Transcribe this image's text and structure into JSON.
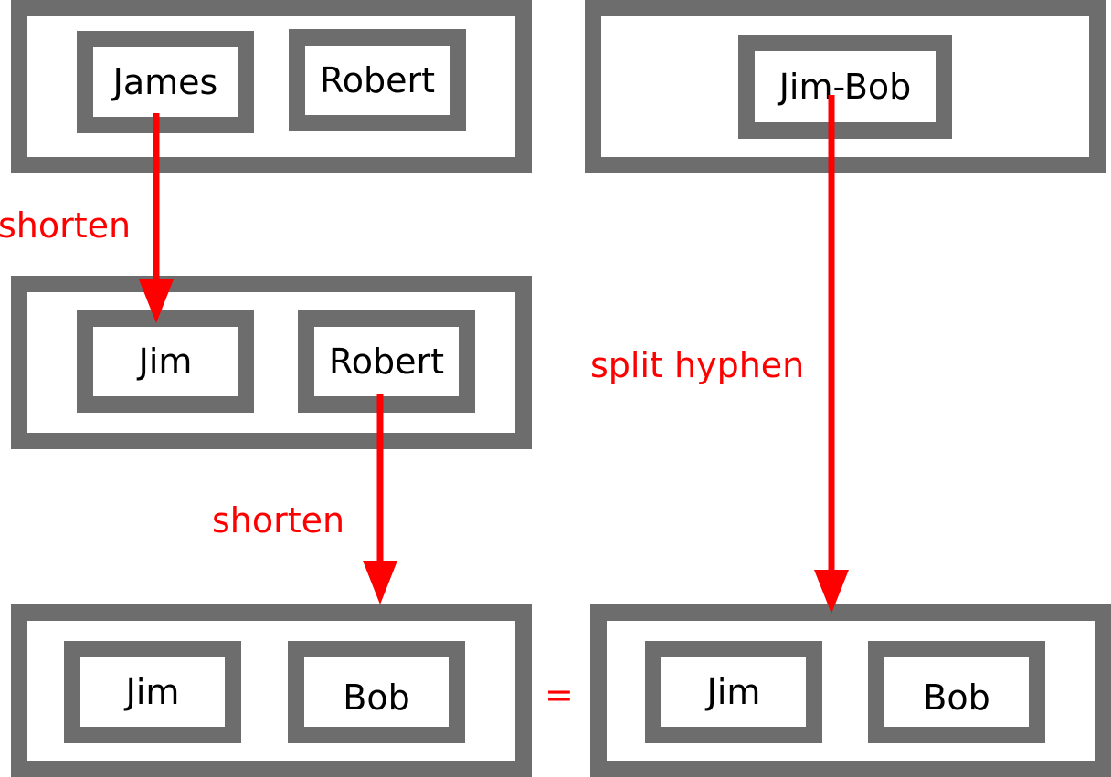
{
  "groups": {
    "original": {
      "tokens": [
        "James",
        "Robert"
      ]
    },
    "hyphenated": {
      "tokens": [
        "Jim-Bob"
      ]
    },
    "step_one": {
      "tokens": [
        "Jim",
        "Robert"
      ]
    },
    "result_left": {
      "tokens": [
        "Jim",
        "Bob"
      ]
    },
    "result_right": {
      "tokens": [
        "Jim",
        "Bob"
      ]
    }
  },
  "operations": {
    "shorten_first": "shorten",
    "shorten_second": "shorten",
    "split_hyphen": "split hyphen",
    "equals": "="
  },
  "colors": {
    "frame": "#6d6d6d",
    "arrow": "#ff0000",
    "text": "#000000"
  }
}
